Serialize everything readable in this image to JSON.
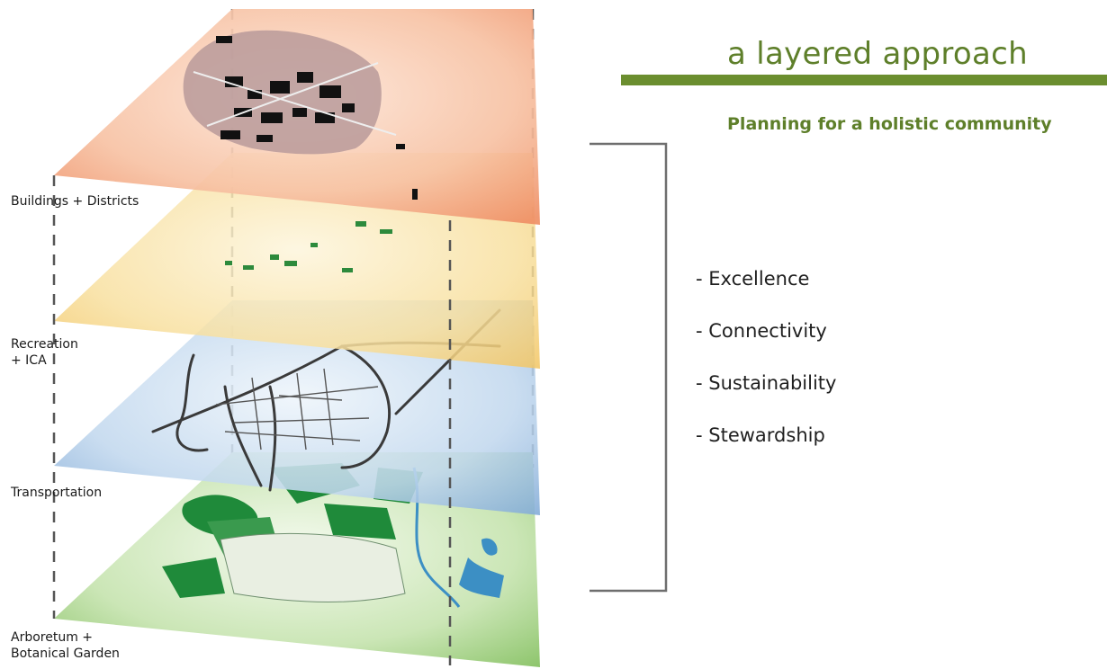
{
  "layers": [
    {
      "label": "Buildings + Districts",
      "color": "#f2a07a"
    },
    {
      "label": "Recreation\n+ ICA",
      "color": "#f4cf74"
    },
    {
      "label": "Transportation",
      "color": "#8fb6de"
    },
    {
      "label": "Arboretum +\nBotanical Garden",
      "color": "#9fcf7e"
    }
  ],
  "header": {
    "title": "a layered approach",
    "subtitle": "Planning for a holistic community",
    "accent_color": "#6b8e2f"
  },
  "principles": [
    "- Excellence",
    "- Connectivity",
    "- Sustainability",
    "- Stewardship"
  ]
}
